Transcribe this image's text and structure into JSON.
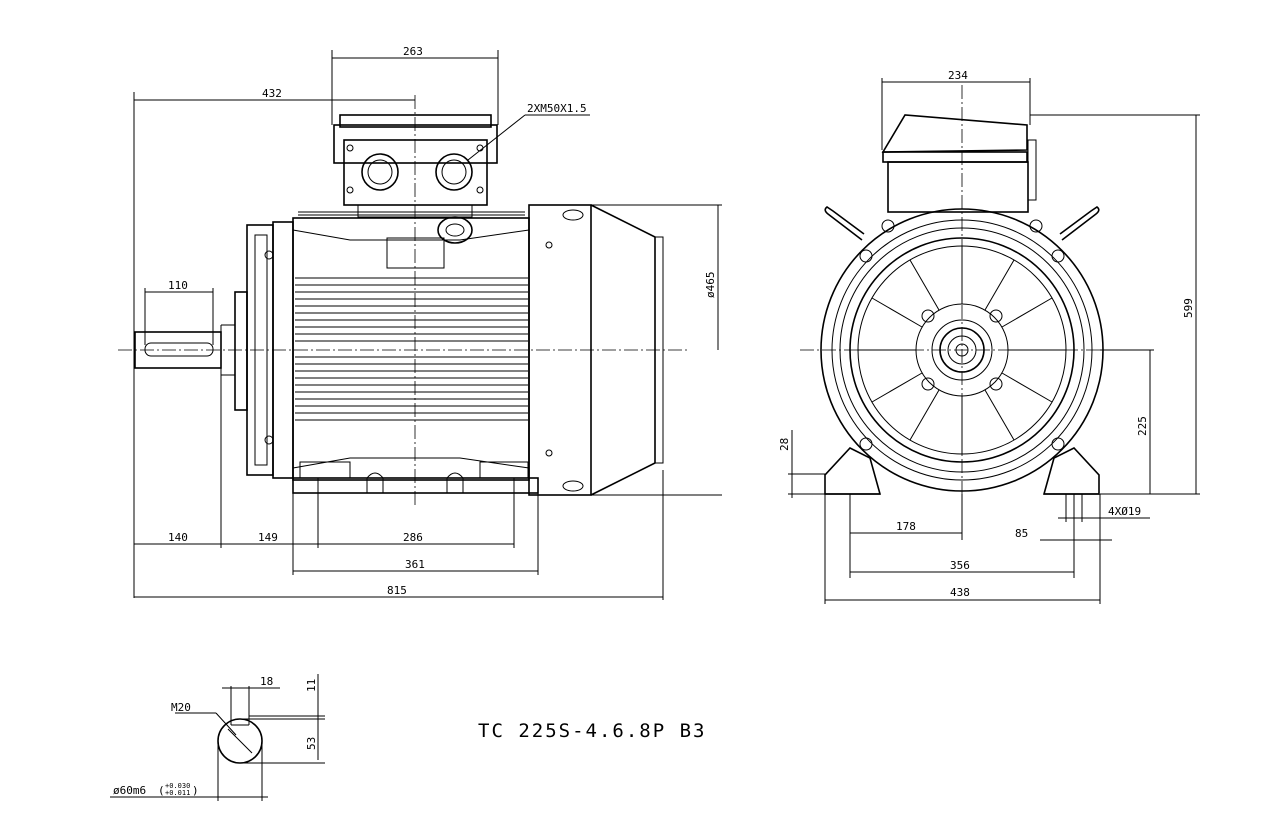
{
  "drawing": {
    "title": "TC 225S-4.6.8P B3",
    "side_view": {
      "dim_263": "263",
      "dim_432": "432",
      "cable_gland": "2XM50X1.5",
      "dim_110": "110",
      "dim_465": "ø465",
      "dim_140": "140",
      "dim_149": "149",
      "dim_286": "286",
      "dim_361": "361",
      "dim_815": "815"
    },
    "end_view": {
      "dim_234": "234",
      "dim_599": "599",
      "dim_225": "225",
      "dim_28": "28",
      "dim_178": "178",
      "dim_85": "85",
      "dim_4x19": "4XØ19",
      "dim_356": "356",
      "dim_438": "438"
    },
    "shaft_detail": {
      "dim_18": "18",
      "dim_11": "11",
      "thread": "M20",
      "dim_53": "53",
      "shaft_fit": "ø60m6",
      "tol_upper": "+0.030",
      "tol_lower": "+0.011"
    }
  }
}
